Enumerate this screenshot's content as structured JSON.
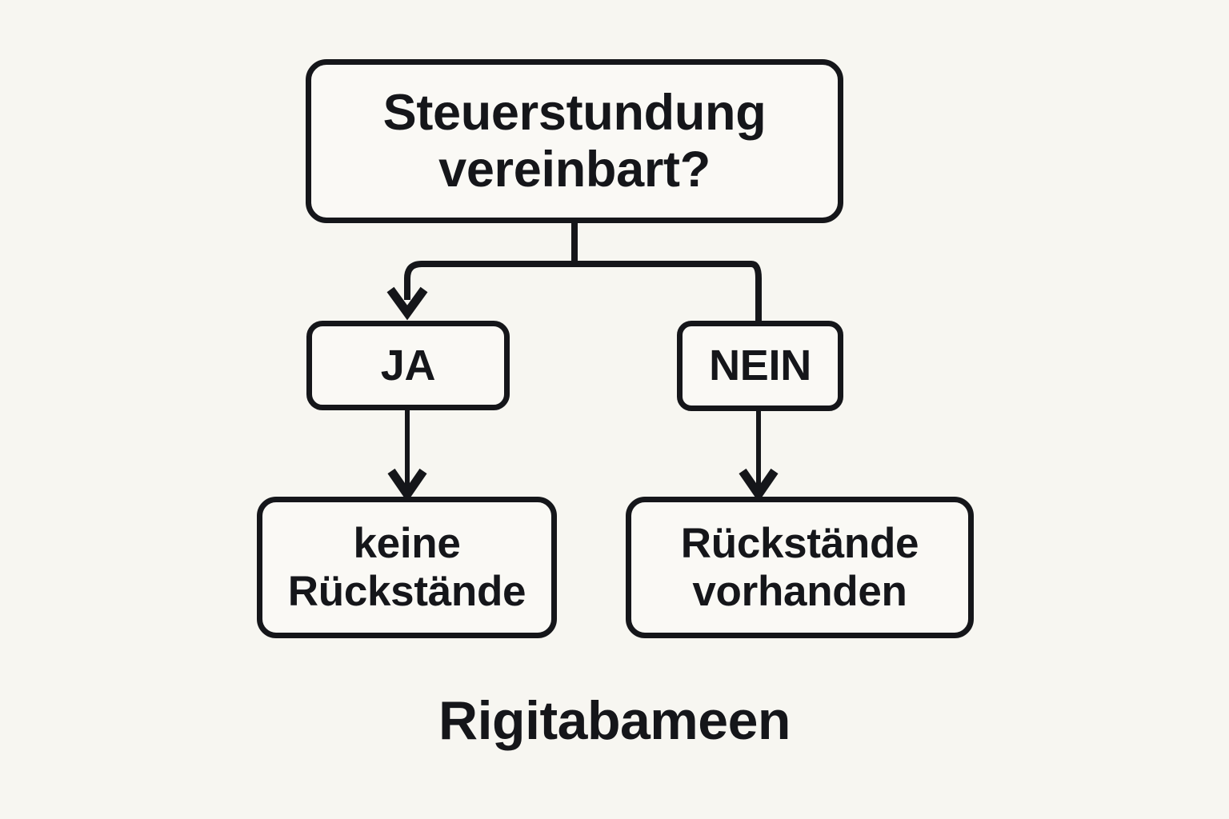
{
  "canvas": {
    "background_color": "#f7f6f1",
    "ink_color": "#15161a",
    "node_fill_color": "#faf9f5"
  },
  "diagram": {
    "type": "flowchart",
    "root": {
      "id": "root",
      "label": "Steuerstundung vereinbart?"
    },
    "branches": [
      {
        "id": "yes",
        "label": "JA",
        "outcome_id": "yes-outcome",
        "outcome_label": "keine\nRückstände"
      },
      {
        "id": "no",
        "label": "NEIN",
        "outcome_id": "no-outcome",
        "outcome_label": "Rückstände\nvorhanden"
      }
    ],
    "edges": [
      {
        "from": "root",
        "to": "yes",
        "arrowhead": true
      },
      {
        "from": "root",
        "to": "no",
        "arrowhead": false
      },
      {
        "from": "yes",
        "to": "yes-outcome",
        "arrowhead": true
      },
      {
        "from": "no",
        "to": "no-outcome",
        "arrowhead": true
      }
    ]
  },
  "caption": {
    "text": "Rigitabameen"
  }
}
